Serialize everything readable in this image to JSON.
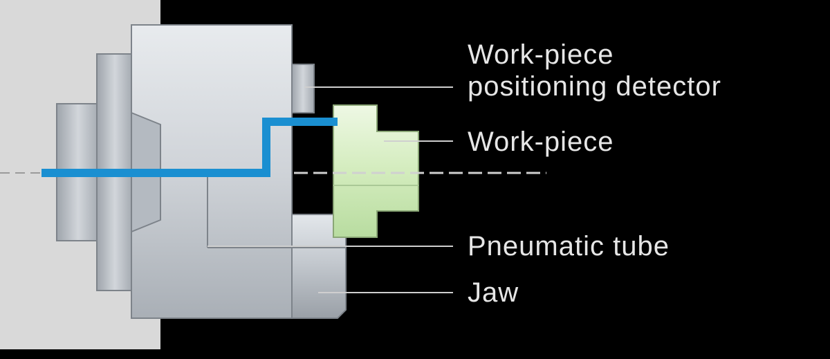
{
  "labels": {
    "detector": "Work-piece\npositioning detector",
    "workpiece": "Work-piece",
    "tube": "Pneumatic tube",
    "jaw": "Jaw"
  },
  "colors": {
    "background": "#000000",
    "wall": "#d9d9d9",
    "metal": "#c4c9cf",
    "metal_dark": "#8e949b",
    "workpiece": "#d8efc4",
    "tube": "#1a8fd1",
    "line": "#cfcfcf",
    "text": "#e6e6e6"
  }
}
